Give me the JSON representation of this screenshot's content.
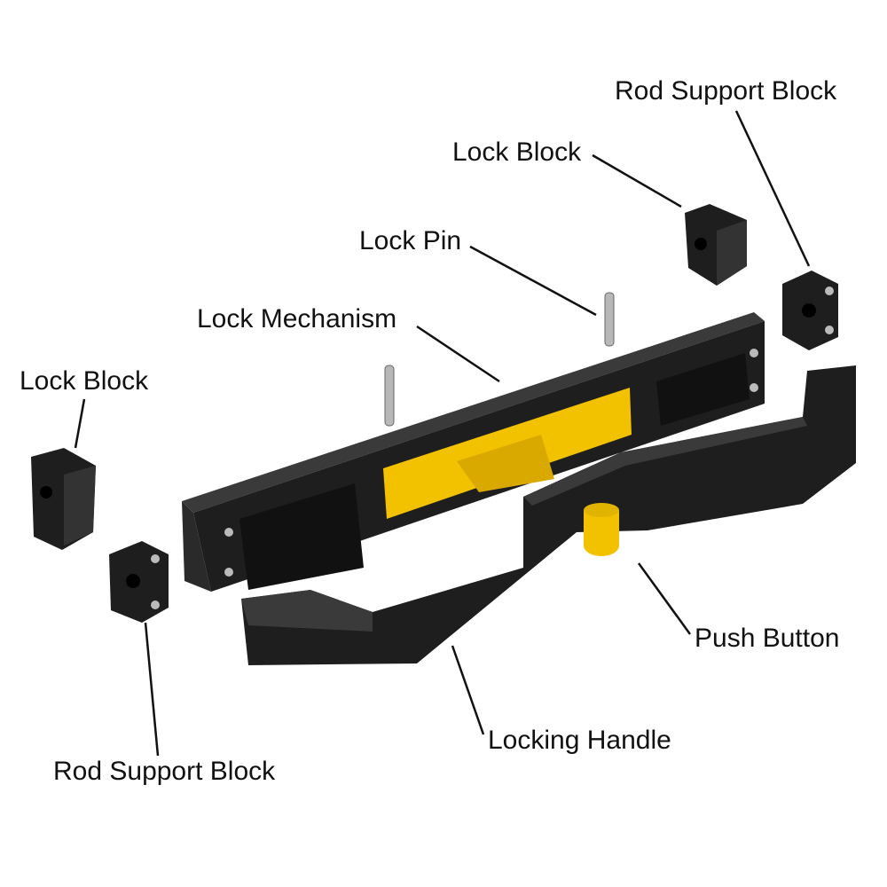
{
  "labels": {
    "rod_support_block_top": "Rod Support Block",
    "lock_block_top": "Lock Block",
    "lock_pin": "Lock Pin",
    "lock_mechanism": "Lock Mechanism",
    "lock_block_left": "Lock Block",
    "rod_support_block_bottom": "Rod Support Block",
    "push_button": "Push Button",
    "locking_handle": "Locking Handle"
  },
  "colors": {
    "body": "#1e1e1e",
    "body_light": "#3a3a3a",
    "yellow": "#f2c200",
    "pin": "#b8b8b8"
  }
}
